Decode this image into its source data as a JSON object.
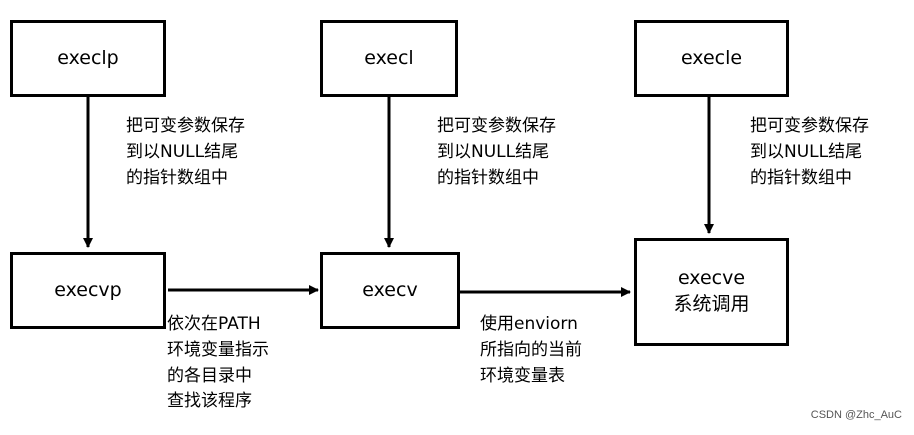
{
  "nodes": {
    "execlp": "execlp",
    "execl": "execl",
    "execle": "execle",
    "execvp": "execvp",
    "execv": "execv",
    "execve": "execve",
    "execve_sub": "系统调用"
  },
  "notes": {
    "execlp_to_execvp": [
      "把可变参数保存",
      "到以NULL结尾",
      "的指针数组中"
    ],
    "execl_to_execv": [
      "把可变参数保存",
      "到以NULL结尾",
      "的指针数组中"
    ],
    "execle_to_execve": [
      "把可变参数保存",
      "到以NULL结尾",
      "的指针数组中"
    ],
    "execvp_to_execv": [
      "依次在PATH",
      "环境变量指示",
      "的各目录中",
      "查找该程序"
    ],
    "execv_to_execve": [
      "使用enviorn",
      "所指向的当前",
      "环境变量表"
    ]
  },
  "watermark": "CSDN @Zhc_AuC"
}
